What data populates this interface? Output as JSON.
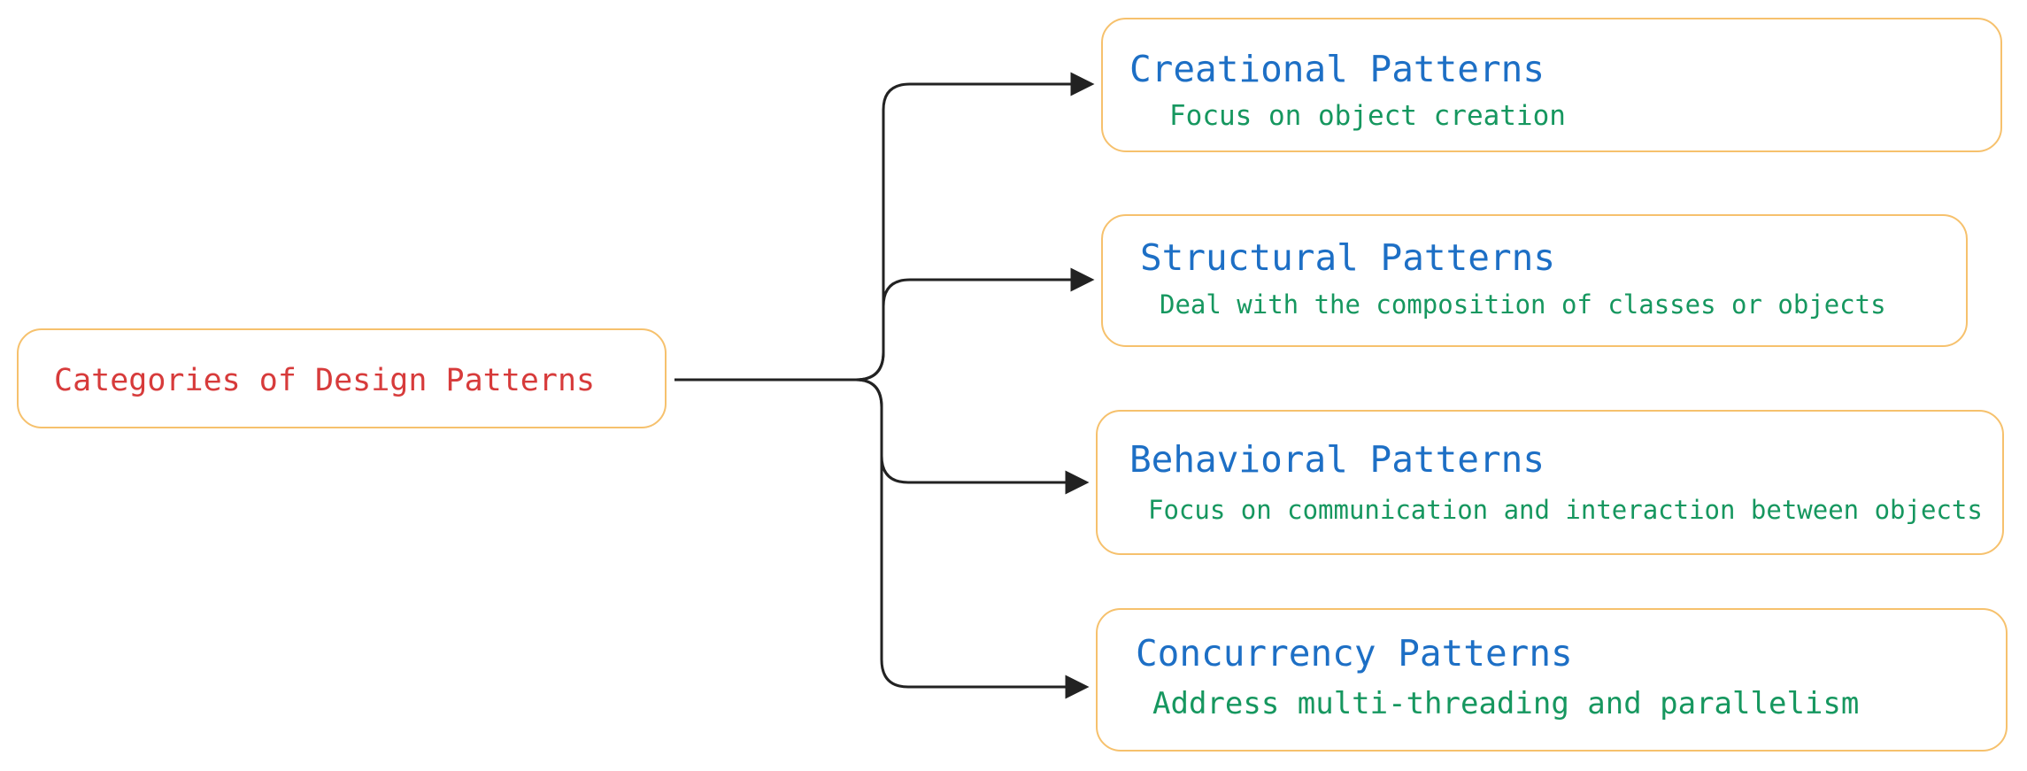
{
  "colors": {
    "box_border": "#f6c16d",
    "root_text": "#d73b3b",
    "title_text": "#1d6fc5",
    "description_text": "#16975f",
    "connector": "#222222"
  },
  "root": {
    "label": "Categories of Design Patterns"
  },
  "categories": [
    {
      "title": "Creational Patterns",
      "description": "Focus on object creation"
    },
    {
      "title": "Structural Patterns",
      "description": "Deal with the composition of classes or objects"
    },
    {
      "title": "Behavioral Patterns",
      "description": "Focus on communication and interaction between objects"
    },
    {
      "title": "Concurrency Patterns",
      "description": "Address multi-threading and parallelism"
    }
  ]
}
